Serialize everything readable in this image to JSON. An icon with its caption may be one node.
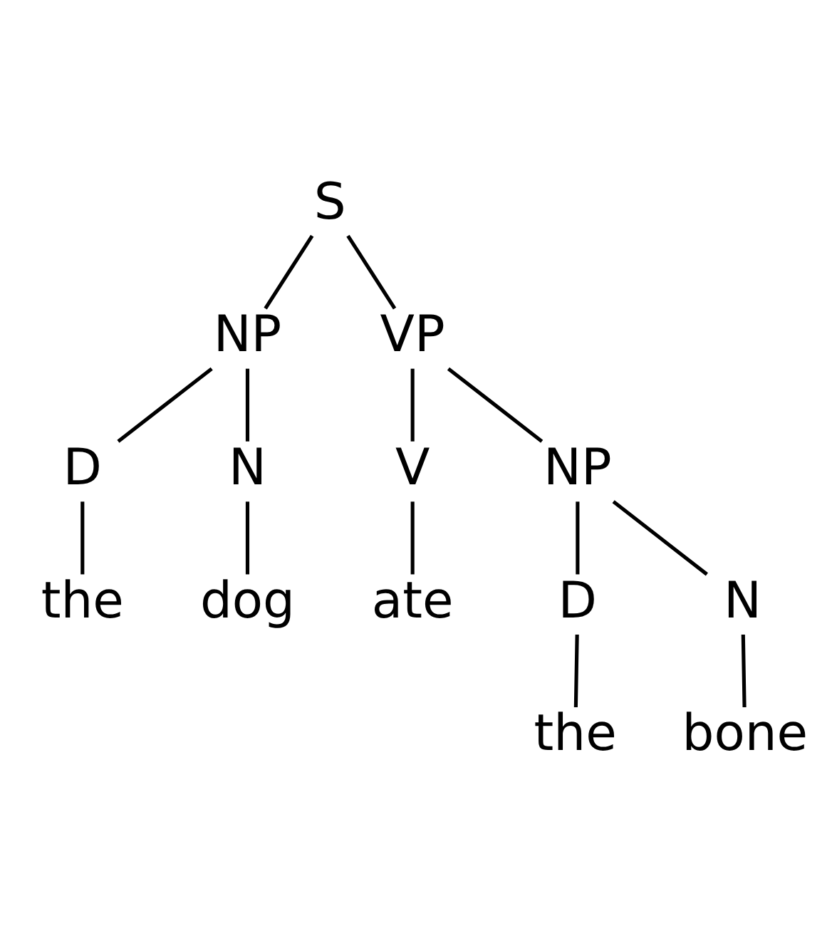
{
  "diagram": {
    "nodes": [
      {
        "text": [
          "S"
        ]
      },
      {
        "text": [
          "NP"
        ]
      },
      {
        "text": [
          "VP"
        ]
      },
      {
        "text": [
          "D"
        ]
      },
      {
        "text": [
          "N"
        ]
      },
      {
        "text": [
          "V"
        ]
      },
      {
        "text": [
          "NP"
        ]
      },
      {
        "text": [
          "the"
        ]
      },
      {
        "text": [
          "dog"
        ]
      },
      {
        "text": [
          "ate"
        ]
      },
      {
        "text": [
          "D"
        ]
      },
      {
        "text": [
          "N"
        ]
      },
      {
        "text": [
          "the"
        ]
      },
      {
        "text": [
          "bone"
        ]
      }
    ],
    "edges": [
      {
        "from": 0,
        "to": 1,
        "arrow": "none"
      },
      {
        "from": 0,
        "to": 2,
        "arrow": "none"
      },
      {
        "from": 1,
        "to": 3,
        "arrow": "none"
      },
      {
        "from": 1,
        "to": 4,
        "arrow": "none"
      },
      {
        "from": 2,
        "to": 5,
        "arrow": "none"
      },
      {
        "from": 2,
        "to": 6,
        "arrow": "none"
      },
      {
        "from": 3,
        "to": 7,
        "arrow": "none"
      },
      {
        "from": 4,
        "to": 8,
        "arrow": "none"
      },
      {
        "from": 5,
        "to": 9,
        "arrow": "none"
      },
      {
        "from": 6,
        "to": 10,
        "arrow": "none"
      },
      {
        "from": 6,
        "to": 11,
        "arrow": "none"
      },
      {
        "from": 10,
        "to": 12,
        "arrow": "none"
      },
      {
        "from": 11,
        "to": 13,
        "arrow": "none"
      }
    ]
  }
}
